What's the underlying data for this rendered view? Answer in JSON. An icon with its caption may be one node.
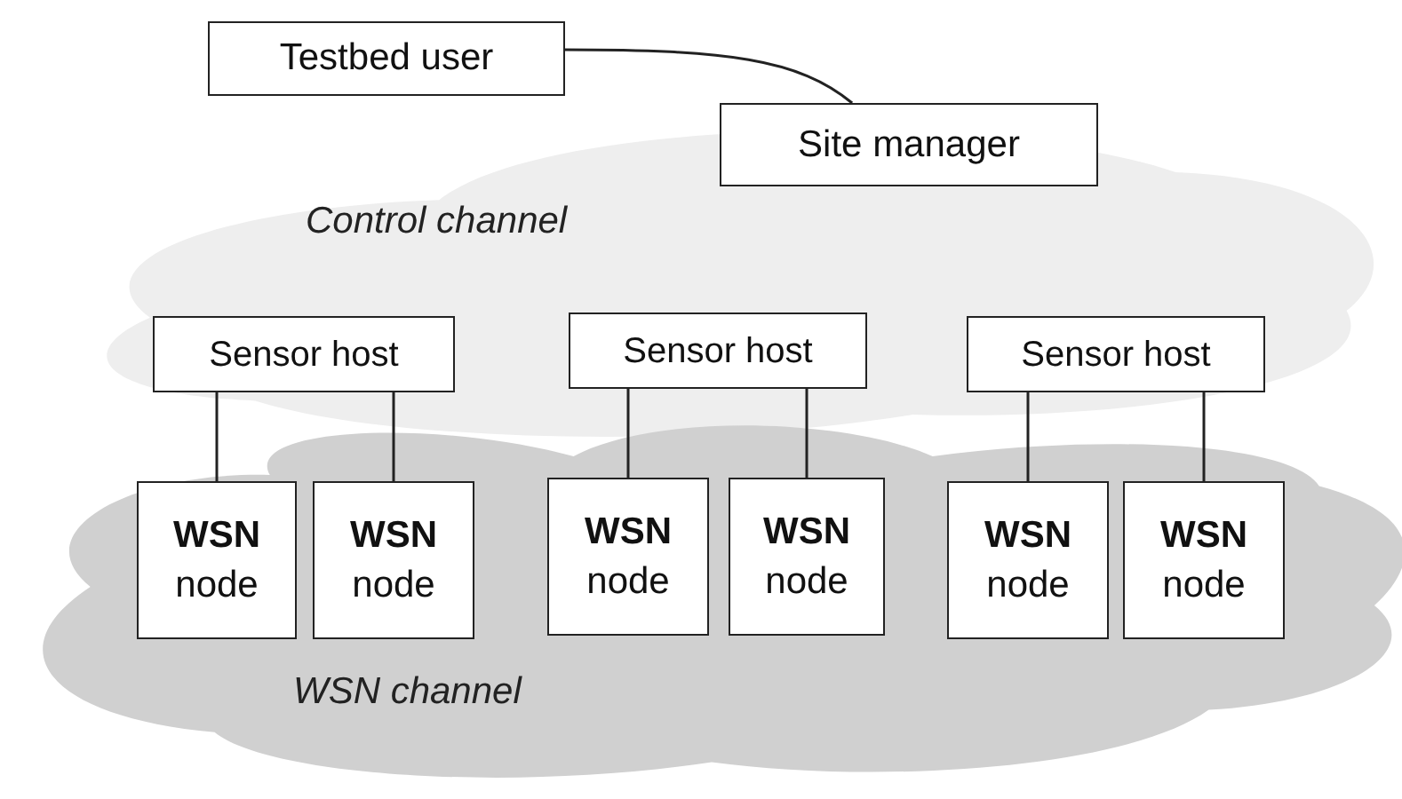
{
  "diagram": {
    "nodes": [
      {
        "text": [
          "Testbed user"
        ]
      },
      {
        "text": [
          "Site manager"
        ]
      },
      {
        "text": [
          "Control channel"
        ]
      },
      {
        "text": [
          "Sensor host"
        ],
        "in": 2
      },
      {
        "text": [
          "Sensor host"
        ],
        "in": 2
      },
      {
        "text": [
          "Sensor host"
        ],
        "in": 2
      },
      {
        "text": [
          "WSN channel"
        ]
      },
      {
        "text": [
          "**WSN** node"
        ],
        "in": 6
      },
      {
        "text": [
          "**WSN** node"
        ],
        "in": 6
      },
      {
        "text": [
          "**WSN** node"
        ],
        "in": 6
      },
      {
        "text": [
          "**WSN** node"
        ],
        "in": 6
      },
      {
        "text": [
          "**WSN** node"
        ],
        "in": 6
      },
      {
        "text": [
          "**WSN** node"
        ],
        "in": 6
      }
    ],
    "edges": [
      {
        "from": 0,
        "to": 1,
        "arrow": "none"
      },
      {
        "from": 3,
        "to": 7,
        "arrow": "none"
      },
      {
        "from": 3,
        "to": 8,
        "arrow": "none"
      },
      {
        "from": 4,
        "to": 9,
        "arrow": "none"
      },
      {
        "from": 4,
        "to": 10,
        "arrow": "none"
      },
      {
        "from": 5,
        "to": 11,
        "arrow": "none"
      },
      {
        "from": 5,
        "to": 12,
        "arrow": "none"
      }
    ]
  }
}
